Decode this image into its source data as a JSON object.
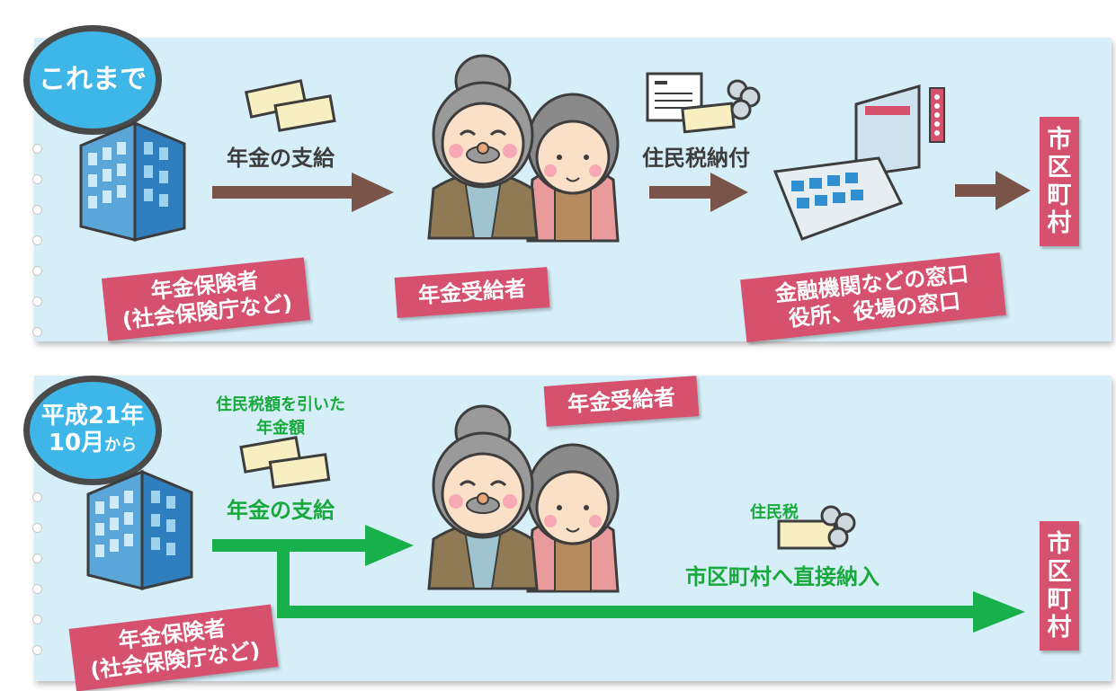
{
  "top": {
    "badge": "これまで",
    "flow_payment": "年金の支給",
    "flow_tax_payment": "住民税納付",
    "insurer_tag": [
      "年金保険者",
      "(社会保険庁など)"
    ],
    "recipient_tag": "年金受給者",
    "bank_tag": [
      "金融機関などの窓口",
      "役所、役場の窓口"
    ],
    "municipality": [
      "市",
      "区",
      "町",
      "村"
    ]
  },
  "bottom": {
    "badge_line1": "平成21年",
    "badge_line2_main": "10月",
    "badge_line2_small": "から",
    "deducted_note": [
      "住民税額を引いた",
      "年金額"
    ],
    "flow_payment": "年金の支給",
    "recipient_tag": "年金受給者",
    "tax_label": "住民税",
    "direct_payment": "市区町村へ直接納入",
    "insurer_tag": [
      "年金保険者",
      "(社会保険庁など)"
    ],
    "municipality": [
      "市",
      "区",
      "町",
      "村"
    ]
  },
  "colors": {
    "panel": "#d6eef8",
    "badge": "#3fb6e8",
    "tag": "#d5516e",
    "brown_arrow": "#7a5449",
    "green_arrow": "#18b04a"
  }
}
